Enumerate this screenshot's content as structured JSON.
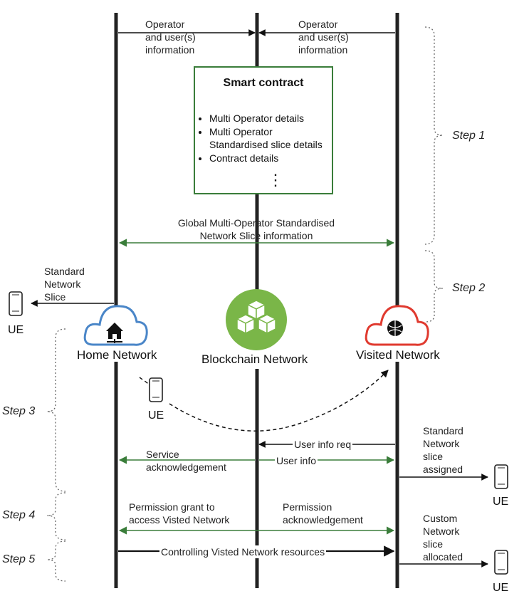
{
  "top_arrows": {
    "left_label": "Operator\nand user(s)\ninformation",
    "right_label": "Operator\nand user(s)\ninformation"
  },
  "smart_contract": {
    "title": "Smart contract",
    "items": [
      "Multi Operator details",
      "Multi Operator\nStandardised slice details",
      "Contract details"
    ],
    "more": "⋮"
  },
  "global_info": {
    "label": "Global Multi-Operator Standardised\nNetwork Slice information"
  },
  "standard_slice_left": {
    "label": "Standard\nNetwork\nSlice"
  },
  "steps": [
    "Step 1",
    "Step 2",
    "Step 3",
    "Step 4",
    "Step 5"
  ],
  "networks": {
    "home": "Home Network",
    "blockchain": "Blockchain Network",
    "visited": "Visited Network"
  },
  "ue_labels": [
    "UE",
    "UE",
    "UE",
    "UE"
  ],
  "messages": {
    "user_info_req": "User info req",
    "user_info": "User info",
    "service_ack": "Service\nacknowledgement",
    "standard_slice_assigned": "Standard\nNetwork\nslice\nassigned",
    "permission_grant": "Permission grant to\naccess Visted Network",
    "permission_ack": "Permission\nacknowledgement",
    "custom_slice": "Custom\nNetwork\nslice\nallocated",
    "controlling": "Controlling Visted Network resources"
  },
  "colors": {
    "green_arrow": "#3a7d3a",
    "home_cloud": "#4a86c8",
    "visited_cloud": "#e03a2f",
    "blockchain": "#7ab648"
  }
}
